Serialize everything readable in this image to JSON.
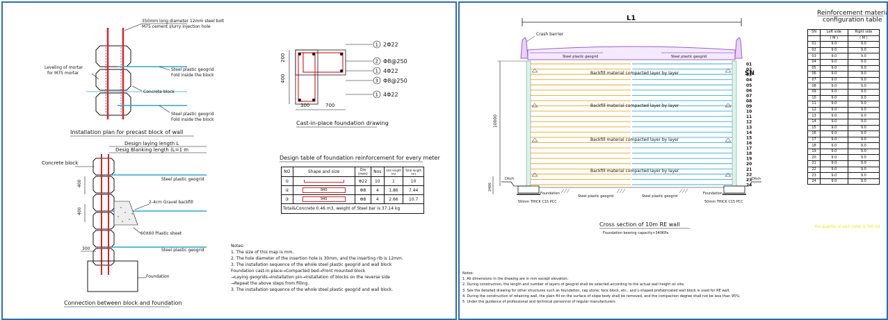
{
  "left": {
    "block_plan": {
      "callouts": [
        "350mm long diameter 12mm steel bolt",
        "M75 cement slurry injection hole",
        "Leveling of mortar",
        "for M75 mortar",
        "Steel plastic geogrid",
        "Fold inside the block",
        "Concrete block",
        "Steel plastic geogrid",
        "Fold inside the block"
      ],
      "caption": "Installation plan for precast block of wall"
    },
    "foundation_drawing": {
      "marks": [
        {
          "num": "1",
          "text": "2Φ22"
        },
        {
          "num": "2",
          "text": "Φ8@250"
        },
        {
          "num": "1",
          "text": "4Φ22"
        },
        {
          "num": "3",
          "text": "Φ8@250"
        },
        {
          "num": "1",
          "text": "4Φ22"
        }
      ],
      "dims_left": [
        "200",
        "400"
      ],
      "dims_bottom": [
        "300",
        "700"
      ],
      "caption": "Cast-in-place foundation drawing"
    },
    "connection": {
      "dim_top1": "Design laying length L",
      "dim_top2": "Desig Blanking length (L=1 m",
      "callouts": [
        "Concrete block",
        "Steel plastic geogrid",
        "2-4cm Gravel backfill",
        "60X60 Plastic sheet",
        "Steel plastic geogrid",
        "Foundation"
      ],
      "dims": [
        "400",
        "400",
        "300"
      ],
      "caption": "Connection between block and foundation"
    },
    "design_table": {
      "title": "Design table of foundation reinforcement for every meter",
      "headers": [
        "NO",
        "Shape and size",
        "Dia (mm)",
        "Nos",
        "Unit length (m)",
        "Total length (m)"
      ],
      "rows": [
        {
          "no": "①",
          "shape": "",
          "dia": "Φ22",
          "nos": "10",
          "unit": "1",
          "total": "10"
        },
        {
          "no": "②",
          "shape": "940",
          "dia": "Φ8",
          "nos": "4",
          "unit": "1.86",
          "total": "7.44"
        },
        {
          "no": "③",
          "shape": "940",
          "dia": "Φ8",
          "nos": "4",
          "unit": "2.66",
          "total": "10.7"
        }
      ],
      "footer": "Total&Concrete 0.46 m3, weight of Steel bar is 37.14 kg"
    },
    "notes": {
      "title": "Notes:",
      "lines": [
        "1. The size of this map is mm.",
        "2. The hole diameter of the insertion hole is 30mm, and the inserting rib is 12mm.",
        "3. The installation sequence of the whole steel plastic geogrid and wall block",
        "   Foundation cast-in-place→Compacted bed→Front mounted block",
        "   →Laying geogrids→Installation pin→Installation of blocks on the reverse side",
        "   →Repeat the above steps from filling.",
        "3. The installation sequence of the whole steel plastic geogrid and wall block."
      ]
    }
  },
  "right": {
    "cross_section": {
      "top_dim": "L1",
      "crash_barrier": "Crash barrier",
      "geogrid_labels": [
        "Steel plastic geogrid",
        "Steel plastic geogrid"
      ],
      "backfill_labels": [
        "Backfill material compacted layer by layer",
        "Backfill material compacted layer by layer",
        "Backfill material compacted layer by layer",
        "Backfill material compacted layer by layer"
      ],
      "sn_label": "SN",
      "layer_numbers": [
        "01",
        "02",
        "03",
        "04",
        "05",
        "06",
        "07",
        "08",
        "09",
        "10",
        "11",
        "12",
        "13",
        "14",
        "15",
        "16",
        "17",
        "18",
        "19",
        "20",
        "21",
        "22",
        "23",
        "24"
      ],
      "height_dim": "10000",
      "bottom_dim": "2400",
      "ditch": [
        "Ditch",
        "Ditch"
      ],
      "bottom_labels": [
        "Foundation",
        "Steel plastic geogrid",
        "Steel plastic geogrid",
        "Foundation"
      ],
      "cushion_labels": [
        "50mm THICK C15 PCC",
        "50mm THICK C15 PCC"
      ],
      "caption": "Cross section of 10m RE wall",
      "subcaption": "Foundation bearing capacity>340KPa"
    },
    "config_table": {
      "title1": "Reinforcement material",
      "title2": "configuration table",
      "headers": [
        "SN",
        "Left side",
        "Right side"
      ],
      "units": [
        "",
        "( M )",
        "( M )"
      ],
      "rows": [
        [
          "01",
          "9.0",
          "9.0"
        ],
        [
          "02",
          "9.0",
          "9.0"
        ],
        [
          "03",
          "9.0",
          "9.0"
        ],
        [
          "04",
          "9.0",
          "9.0"
        ],
        [
          "05",
          "9.0",
          "9.0"
        ],
        [
          "06",
          "9.0",
          "9.0"
        ],
        [
          "07",
          "9.0",
          "9.0"
        ],
        [
          "08",
          "9.0",
          "9.0"
        ],
        [
          "09",
          "9.0",
          "9.0"
        ],
        [
          "10",
          "9.0",
          "9.0"
        ],
        [
          "11",
          "9.0",
          "9.0"
        ],
        [
          "12",
          "9.0",
          "9.0"
        ],
        [
          "13",
          "9.0",
          "9.0"
        ],
        [
          "14",
          "9.0",
          "9.0"
        ],
        [
          "15",
          "9.0",
          "9.0"
        ],
        [
          "16",
          "9.0",
          "9.0"
        ],
        [
          "17",
          "9.0",
          "9.0"
        ],
        [
          "18",
          "9.0",
          "9.0"
        ],
        [
          "19",
          "9.0",
          "9.0"
        ],
        [
          "20",
          "9.0",
          "9.0"
        ],
        [
          "21",
          "9.0",
          "9.0"
        ],
        [
          "22",
          "9.0",
          "9.0"
        ],
        [
          "23",
          "9.0",
          "9.0"
        ],
        [
          "24",
          "9.0",
          "9.0"
        ]
      ],
      "footnote": "The quantity of each meter is 100 m2"
    },
    "notes": {
      "title": "Notes:",
      "lines": [
        "1. All dimensions in the drawing are in mm except elevation;",
        "2. During construction, the length and number of layers of geogrid shall be selected according to the actual wall height on site;",
        "3. See the detailed drawing for other structures such as foundation, cap stone, face block, etc., and L-shaped prefabricated wall block is used for RE wall;",
        "4. During the construction of retaining wall, the plain fill on the surface of slope body shall be removed, and the compaction degree shall not be less than 95%;",
        "5. Under the guidance of professional and technical personnel of regular manufacturers"
      ]
    }
  },
  "colors": {
    "frame": "#2d6db0",
    "rebar": "#e0202a",
    "geogrid": "#2aa7c9",
    "left_layers": "#e6a81e",
    "right_layers": "#35a9d6",
    "wall_face": "#7fbfa5",
    "barrier": "#9b5fc9",
    "footnote": "#e8e800"
  },
  "icons": [
    "circle-number-icon",
    "ditch-icon",
    "ground-hatch-icon"
  ]
}
